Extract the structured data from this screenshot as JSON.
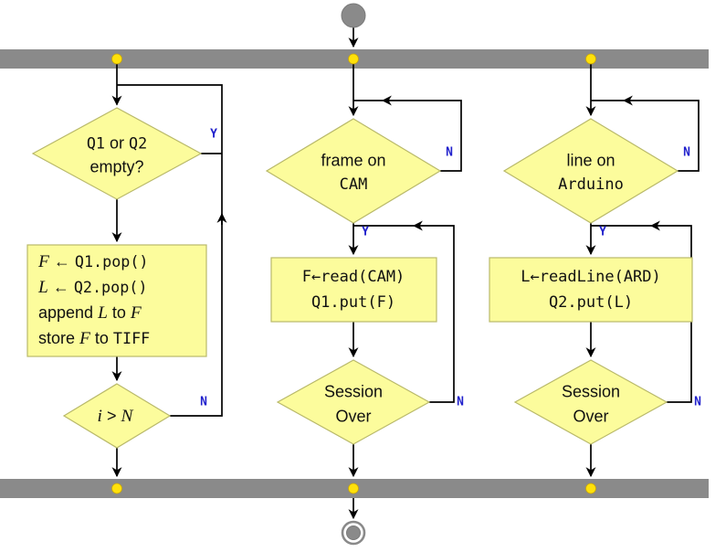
{
  "colors": {
    "bar_gray": "#8a8a8a",
    "node_fill": "#fcfc9c",
    "node_border": "#b9b96a",
    "dot_yellow": "#ffe10a",
    "branch_label_blue": "#2121cc",
    "edge_black": "#000000"
  },
  "left": {
    "decision_top": {
      "q1": "Q1",
      "or": " or ",
      "q2": "Q2",
      "line2": "empty?"
    },
    "y_label": "Y",
    "n_label": "N",
    "process": {
      "l1_var": "F",
      "l1_arrow": " ← ",
      "l1_code": "Q1.pop()",
      "l2_var": "L",
      "l2_arrow": " ← ",
      "l2_code": "Q2.pop()",
      "l3_word": "append ",
      "l3_var": "L",
      "l3_to": " to ",
      "l3_var2": "F",
      "l4_word": "store ",
      "l4_var": "F",
      "l4_to": " to ",
      "l4_code": "TIFF"
    },
    "decision_bottom": {
      "var": "i",
      "op": " > ",
      "limit": "N"
    }
  },
  "middle": {
    "decision_top": {
      "line1": "frame on",
      "line2": "CAM"
    },
    "n_top_label": "N",
    "y_label": "Y",
    "process": {
      "line1": "F←read(CAM)",
      "line2": "Q1.put(F)"
    },
    "decision_bottom": {
      "line1": "Session",
      "line2": "Over"
    },
    "n_bottom_label": "N"
  },
  "right": {
    "decision_top": {
      "line1": "line on",
      "line2": "Arduino"
    },
    "n_top_label": "N",
    "y_label": "Y",
    "process": {
      "line1": "L←readLine(ARD)",
      "line2": "Q2.put(L)"
    },
    "decision_bottom": {
      "line1": "Session",
      "line2": "Over"
    },
    "n_bottom_label": "N"
  }
}
